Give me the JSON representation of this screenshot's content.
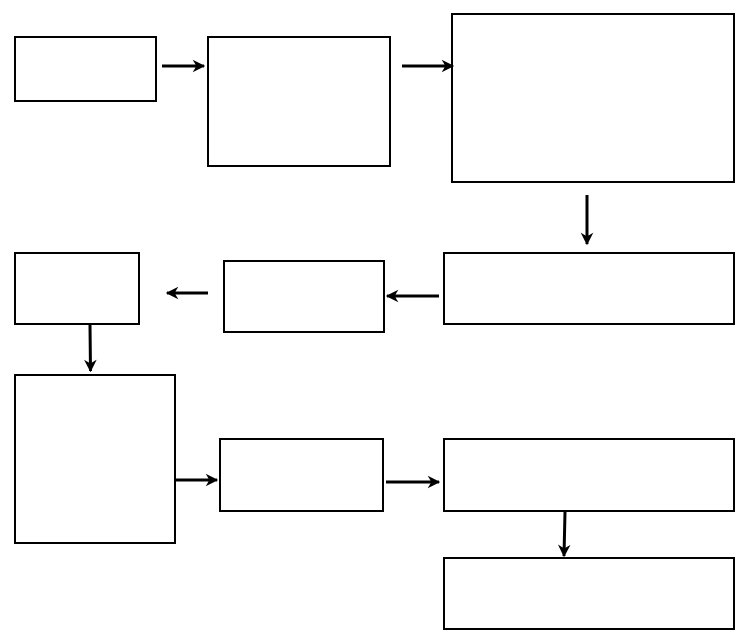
{
  "diagram": {
    "type": "flowchart",
    "colors": {
      "background": "#ffffff",
      "box_stroke": "#000000",
      "box_fill": "#ffffff",
      "arrow": "#000000"
    },
    "boxes": [
      {
        "id": "box-1",
        "label": ""
      },
      {
        "id": "box-2",
        "label": ""
      },
      {
        "id": "box-3",
        "label": ""
      },
      {
        "id": "box-4",
        "label": ""
      },
      {
        "id": "box-5",
        "label": ""
      },
      {
        "id": "box-6",
        "label": ""
      },
      {
        "id": "box-7",
        "label": ""
      },
      {
        "id": "box-8",
        "label": ""
      },
      {
        "id": "box-9",
        "label": ""
      },
      {
        "id": "box-10",
        "label": ""
      }
    ],
    "arrows": [
      {
        "id": "arrow-1",
        "from": "box-1",
        "to": "box-2",
        "direction": "right"
      },
      {
        "id": "arrow-2",
        "from": "box-2",
        "to": "box-3",
        "direction": "right"
      },
      {
        "id": "arrow-3",
        "from": "box-3",
        "to": "box-4",
        "direction": "down"
      },
      {
        "id": "arrow-4",
        "from": "box-4",
        "to": "box-5",
        "direction": "left"
      },
      {
        "id": "arrow-5",
        "from": "box-5",
        "to": "box-6",
        "direction": "left"
      },
      {
        "id": "arrow-6",
        "from": "box-6",
        "to": "box-7",
        "direction": "down"
      },
      {
        "id": "arrow-7",
        "from": "box-7",
        "to": "box-8",
        "direction": "right"
      },
      {
        "id": "arrow-8",
        "from": "box-8",
        "to": "box-9",
        "direction": "right"
      },
      {
        "id": "arrow-9",
        "from": "box-9",
        "to": "box-10",
        "direction": "down"
      }
    ]
  }
}
